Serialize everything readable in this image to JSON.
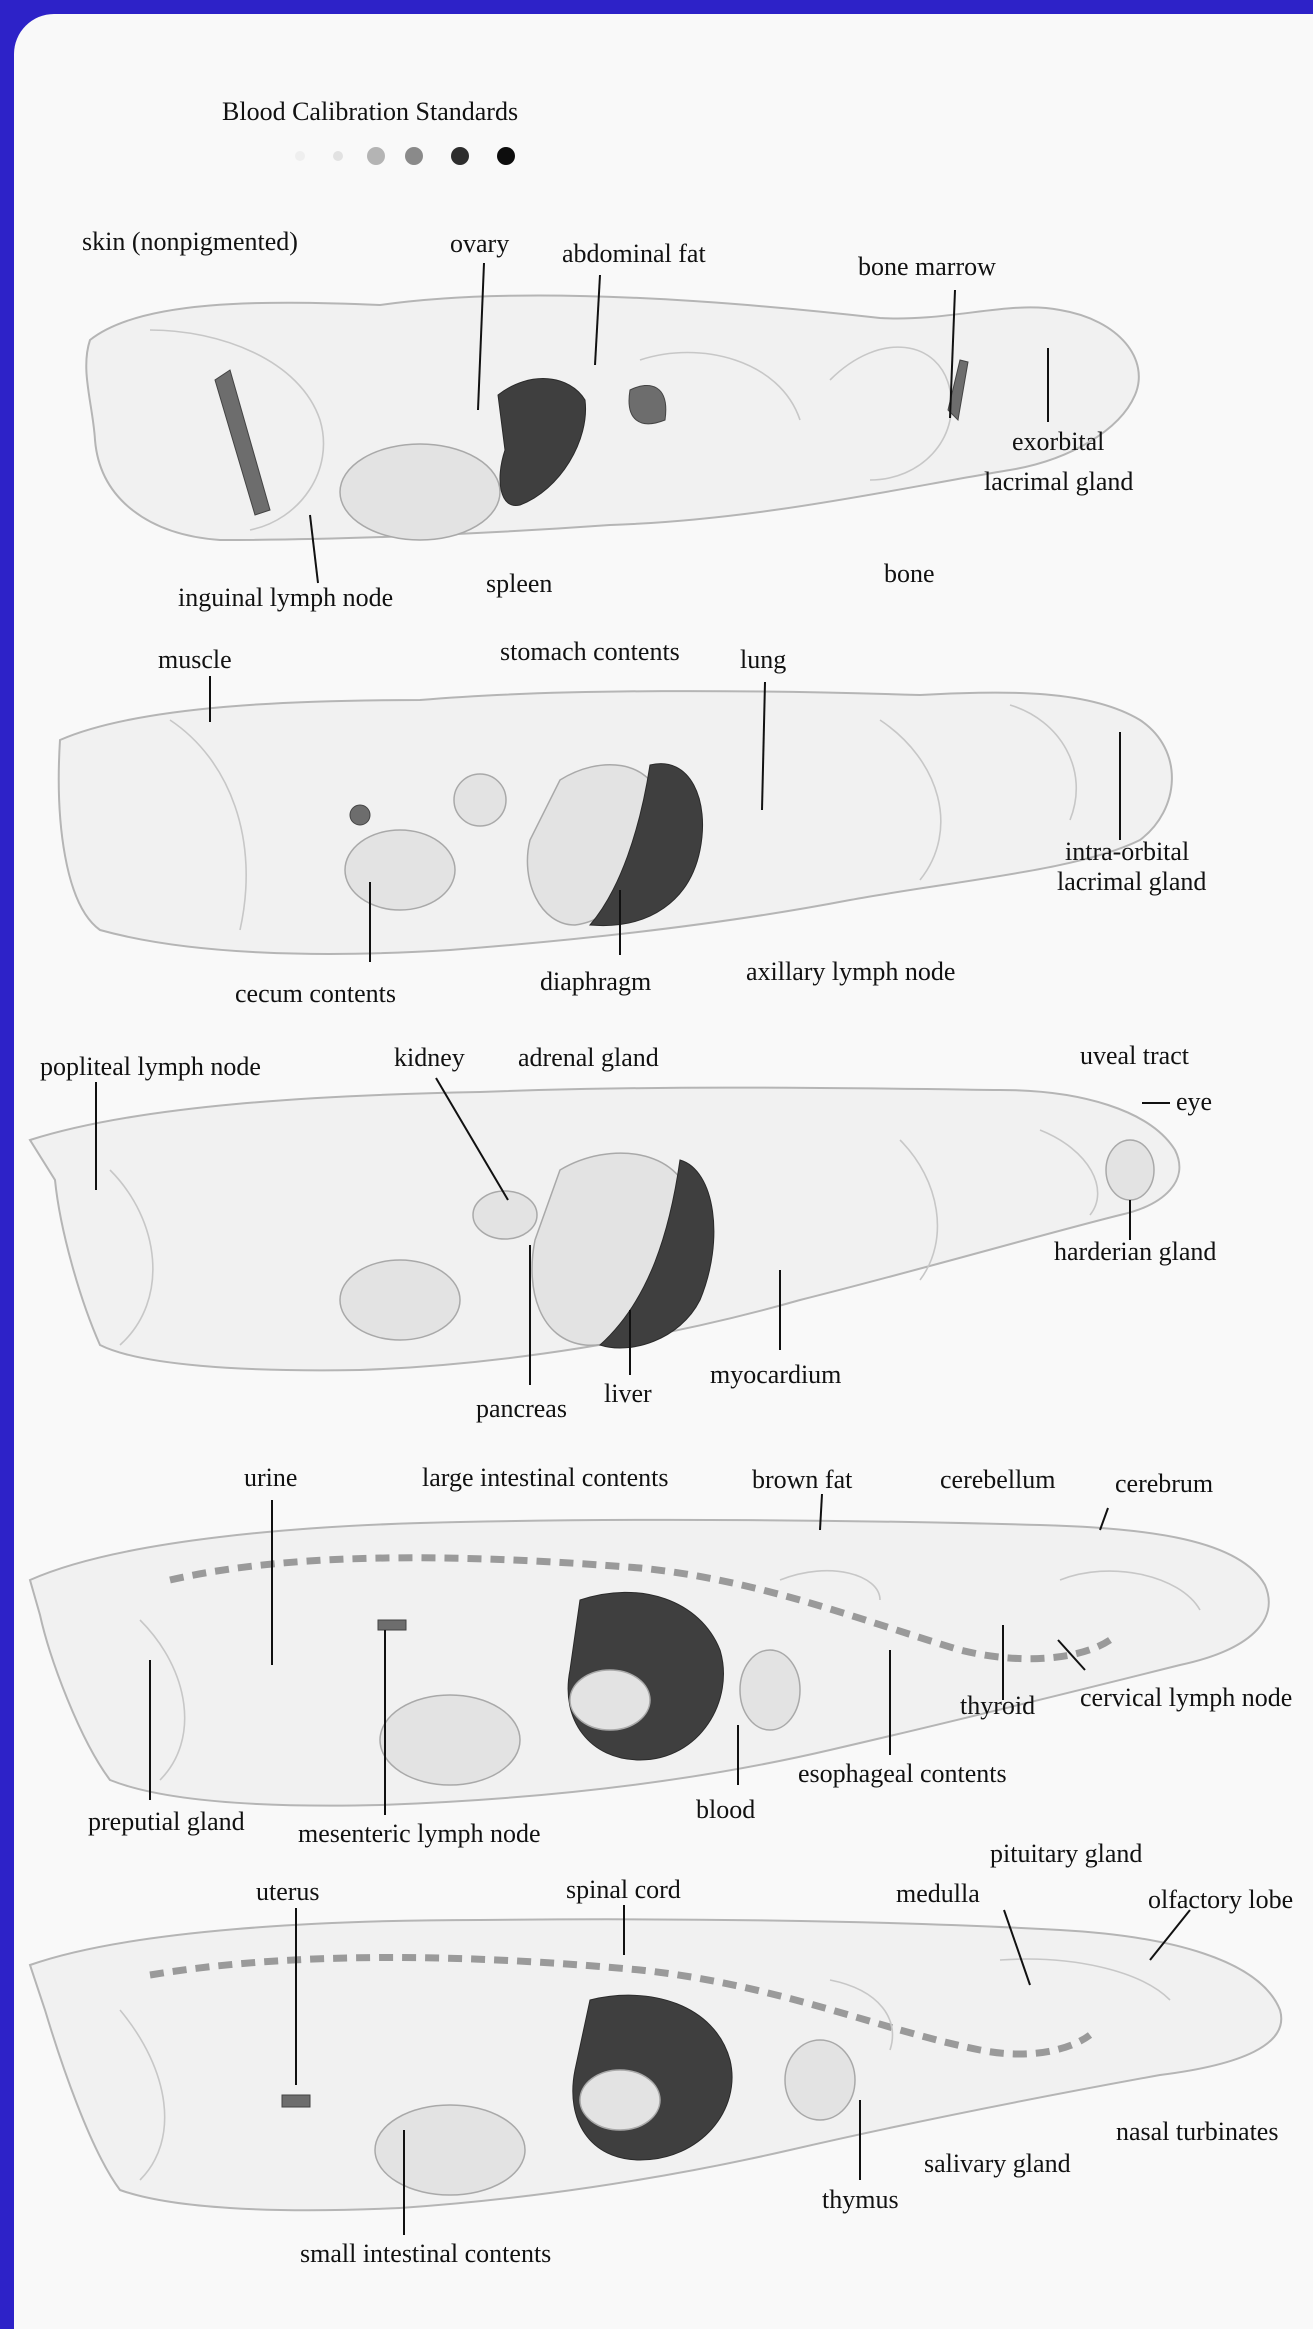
{
  "calibration": {
    "title": "Blood Calibration Standards",
    "dots": [
      "#efefef",
      "#e2e2e2",
      "#b4b4b4",
      "#8a8a8a",
      "#2e2e2e",
      "#0d0d0d"
    ]
  },
  "sections": [
    {
      "labels": {
        "skin": "skin (nonpigmented)",
        "ovary": "ovary",
        "abdominal_fat": "abdominal fat",
        "bone_marrow": "bone marrow",
        "exorbital": "exorbital",
        "lacrimal_gland": "lacrimal gland",
        "inguinal_lymph_node": "inguinal lymph node",
        "spleen": "spleen",
        "bone": "bone"
      }
    },
    {
      "labels": {
        "muscle": "muscle",
        "stomach_contents": "stomach contents",
        "lung": "lung",
        "intra_orbital": "intra-orbital",
        "lacrimal_gland": "lacrimal gland",
        "cecum_contents": "cecum contents",
        "diaphragm": "diaphragm",
        "axillary_lymph_node": "axillary lymph node"
      }
    },
    {
      "labels": {
        "popliteal_lymph_node": "popliteal lymph node",
        "kidney": "kidney",
        "adrenal_gland": "adrenal gland",
        "uveal_tract": "uveal tract",
        "eye": "eye",
        "harderian_gland": "harderian gland",
        "pancreas": "pancreas",
        "liver": "liver",
        "myocardium": "myocardium"
      }
    },
    {
      "labels": {
        "urine": "urine",
        "large_intestinal_contents": "large intestinal contents",
        "brown_fat": "brown fat",
        "cerebellum": "cerebellum",
        "cerebrum": "cerebrum",
        "thyroid": "thyroid",
        "cervical_lymph_node": "cervical lymph node",
        "preputial_gland": "preputial gland",
        "mesenteric_lymph_node": "mesenteric lymph node",
        "blood": "blood",
        "esophageal_contents": "esophageal contents"
      }
    },
    {
      "labels": {
        "pituitary_gland": "pituitary gland",
        "uterus": "uterus",
        "spinal_cord": "spinal cord",
        "medulla": "medulla",
        "olfactory_lobe": "olfactory lobe",
        "nasal_turbinates": "nasal turbinates",
        "salivary_gland": "salivary gland",
        "thymus": "thymus",
        "small_intestinal_contents": "small intestinal contents"
      }
    }
  ]
}
